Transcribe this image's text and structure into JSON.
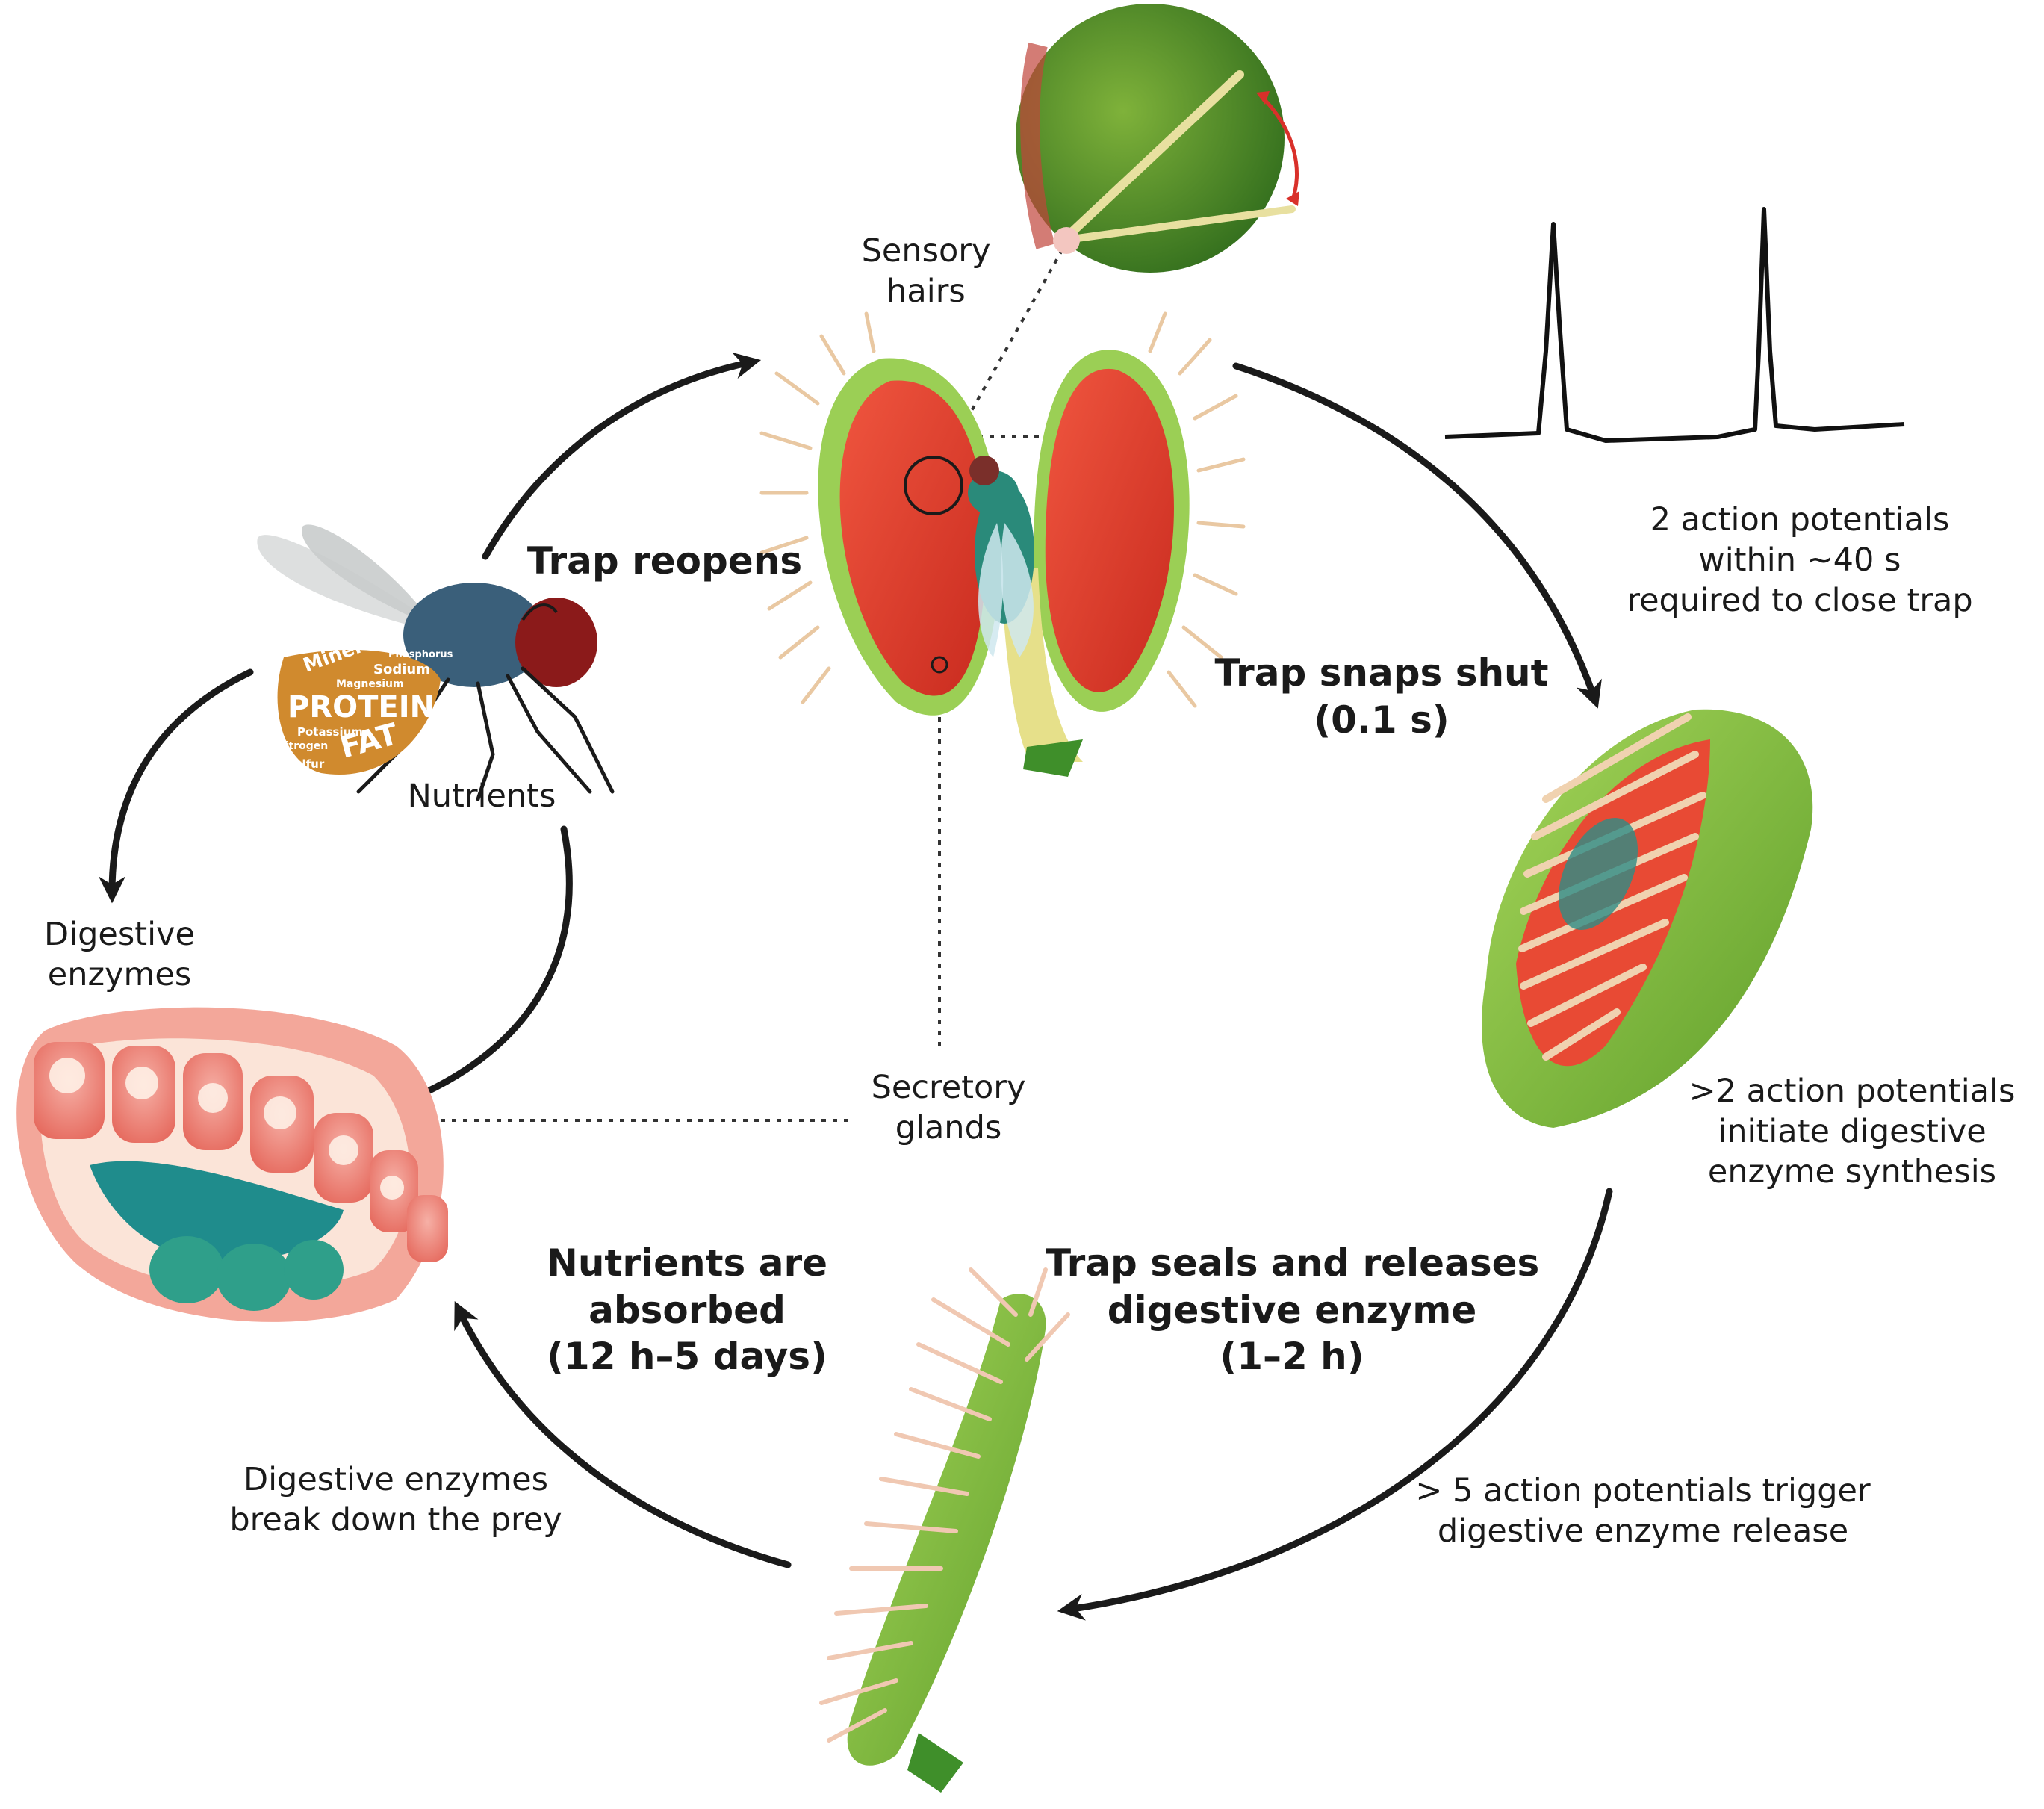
{
  "labels": {
    "sensory_hairs": [
      "Sensory",
      "hairs"
    ],
    "trap_reopens": "Trap reopens",
    "trap_snaps_shut": [
      "Trap snaps shut",
      "(0.1 s)"
    ],
    "two_ap": [
      "2 action potentials",
      "within ~40 s",
      "required to close trap"
    ],
    "gt2_ap": [
      ">2 action potentials",
      "initiate digestive",
      "enzyme synthesis"
    ],
    "trap_seals": [
      "Trap seals and releases",
      "digestive enzyme",
      "(1–2 h)"
    ],
    "gt5_ap": [
      "> 5 action potentials trigger",
      "digestive enzyme release"
    ],
    "nutrients_absorbed": [
      "Nutrients are",
      "absorbed",
      "(12 h–5 days)"
    ],
    "enzymes_break": [
      "Digestive enzymes",
      "break down the prey"
    ],
    "digestive_enzymes": [
      "Digestive",
      "enzymes"
    ],
    "secretory_glands": [
      "Secretory",
      "glands"
    ],
    "nutrients": "Nutrients"
  },
  "nutrient_words": [
    "Minerals",
    "Phosphorus",
    "Sodium",
    "Magnesium",
    "PROTEIN",
    "Potassium",
    "Nitrogen",
    "FAT",
    "Sulfur"
  ],
  "colors": {
    "arrow": "#1a1a1a",
    "trap_red": "#e8412f",
    "trap_green": "#8cc63f",
    "fly_body": "#3a5f7a",
    "fly_eye": "#8b1a1a",
    "nutrient_abdomen": "#d08a2e",
    "gland_pink": "#f08a80",
    "gland_teal": "#1f8c8c"
  }
}
